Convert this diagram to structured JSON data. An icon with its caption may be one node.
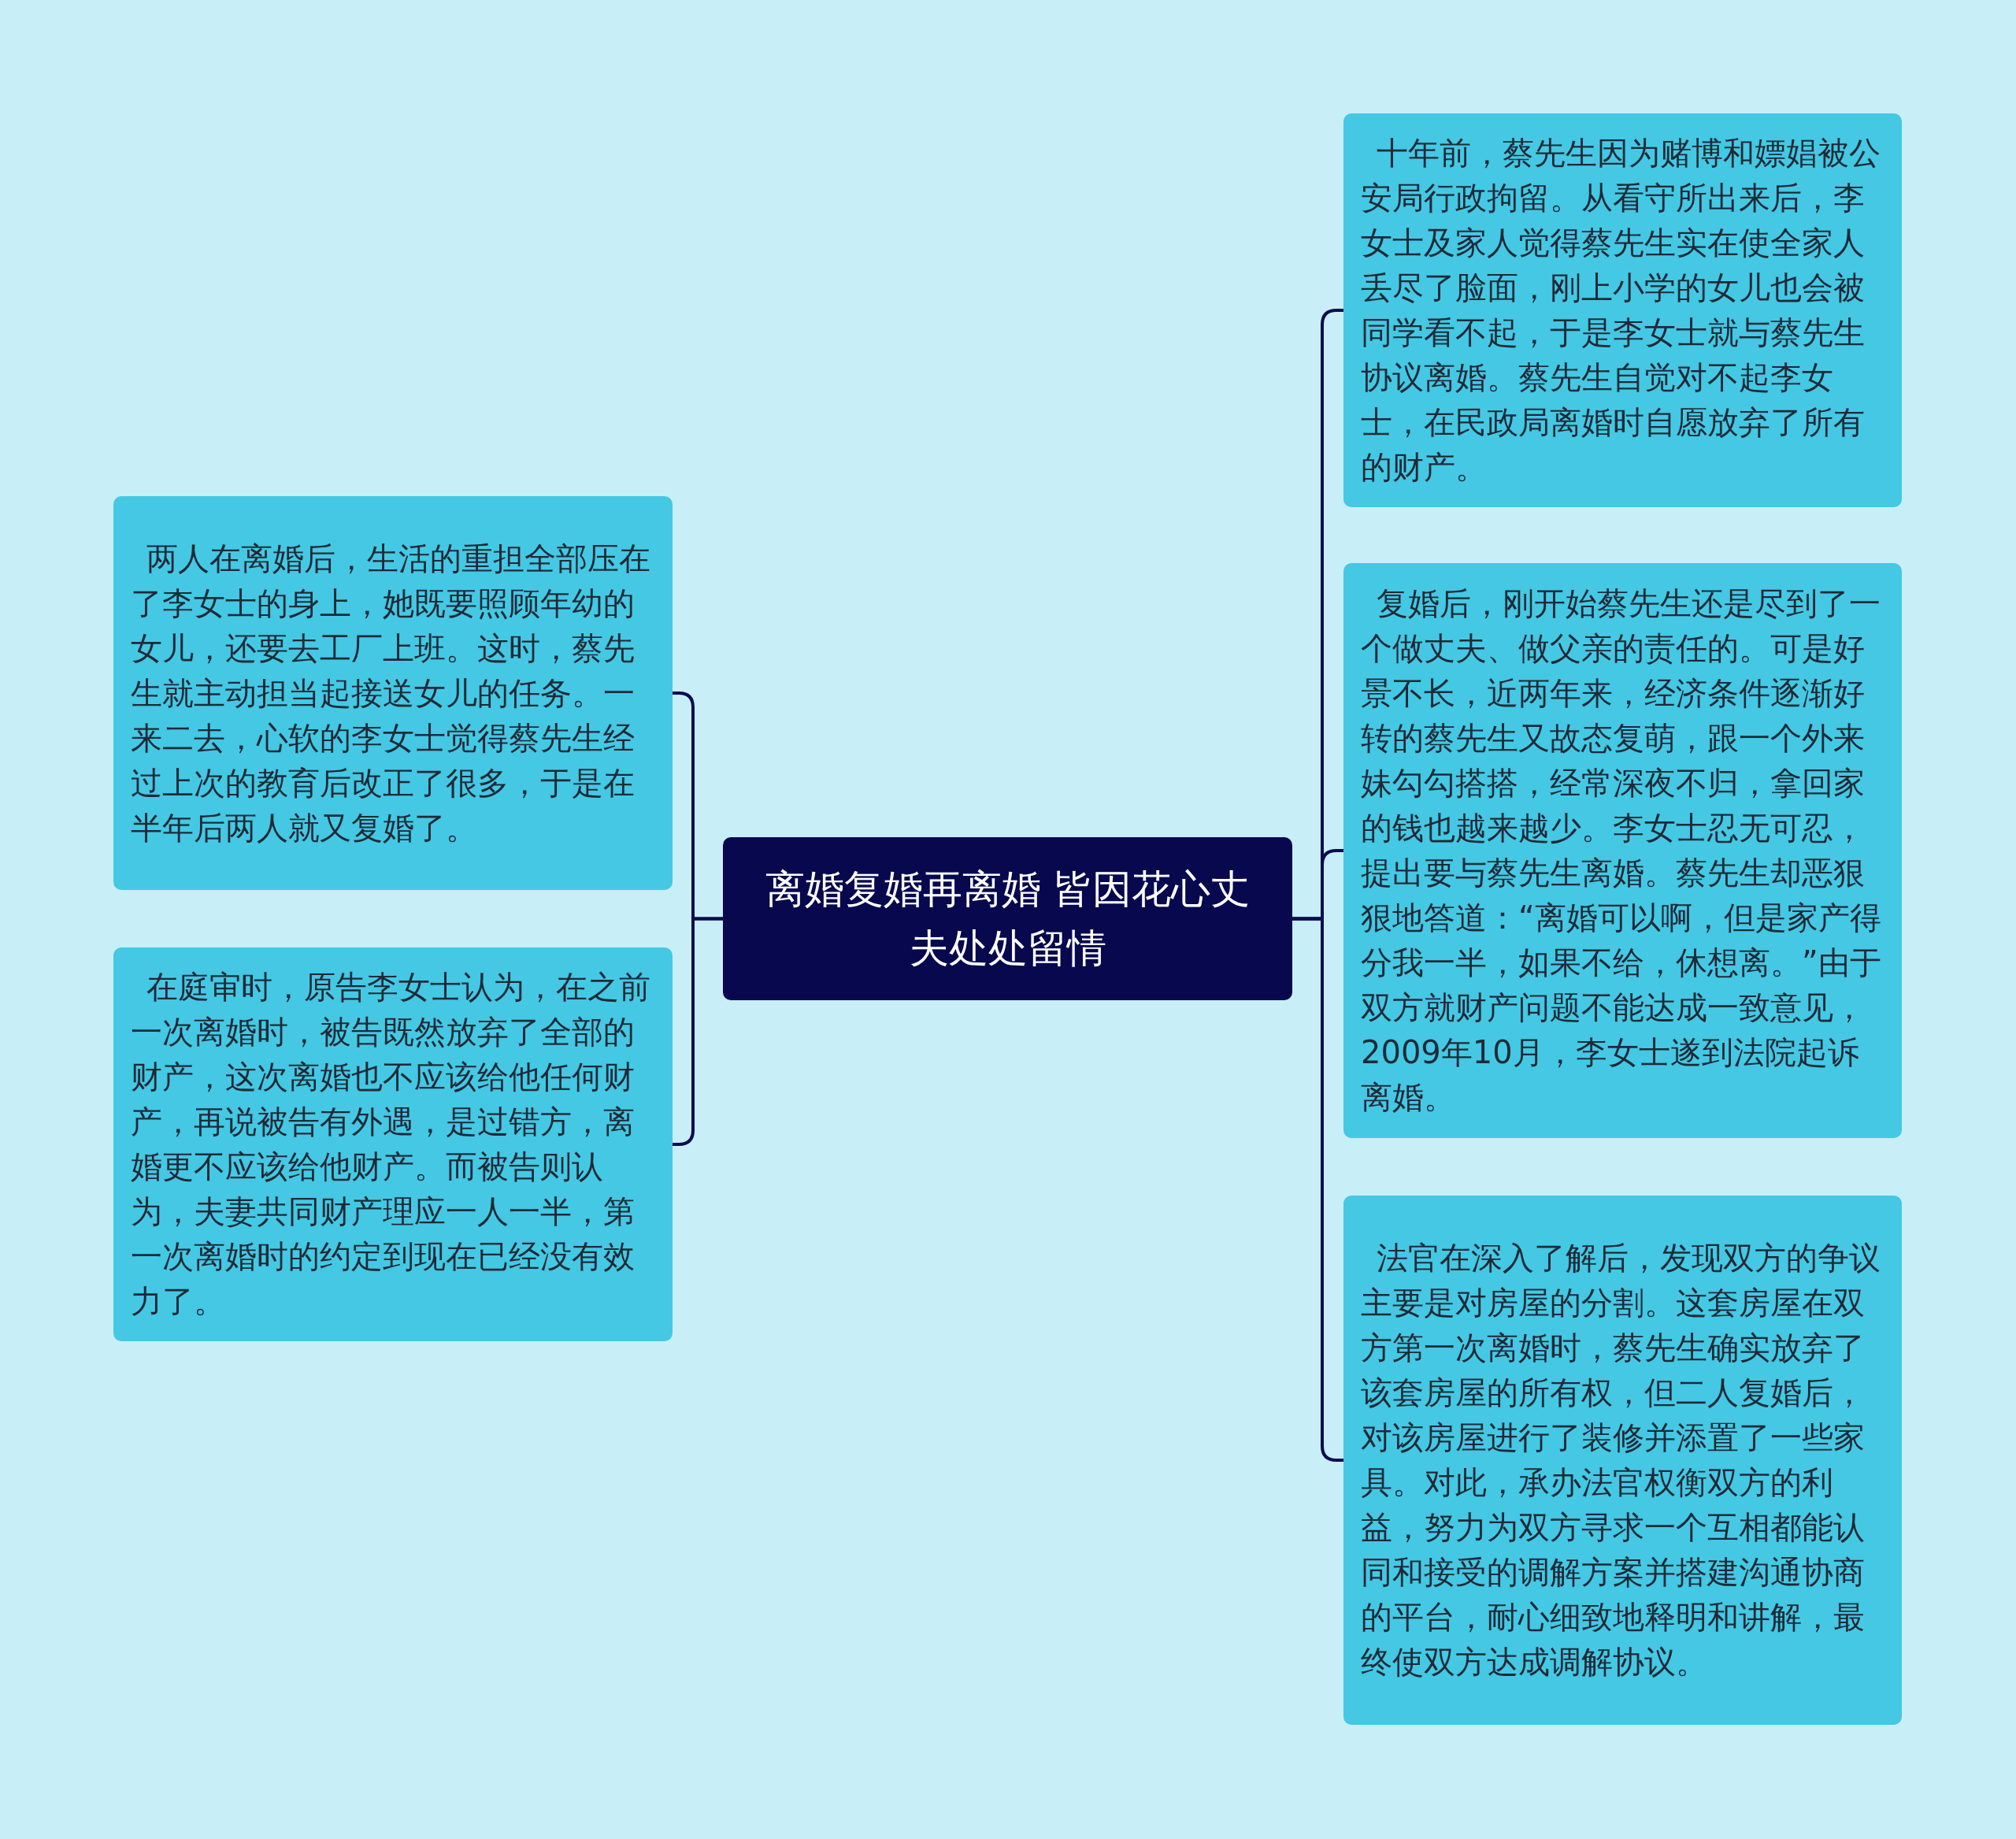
{
  "diagram": {
    "nodes": [
      {
        "text": [
          "离婚复婚再离婚 皆因花心丈夫处处留情"
        ]
      },
      {
        "text": [
          "两人在离婚后，生活的重担全部压在了李女士的身上，她既要照顾年幼的女儿，还要去工厂上班。这时，蔡先生就主动担当起接送女儿的任务。一来二去，心软的李女士觉得蔡先生经过上次的教育后改正了很多，于是在半年后两人就又复婚了。"
        ]
      },
      {
        "text": [
          "在庭审时，原告李女士认为，在之前一次离婚时，被告既然放弃了全部的财产，这次离婚也不应该给他任何财产，再说被告有外遇，是过错方，离婚更不应该给他财产。而被告则认为，夫妻共同财产理应一人一半，第一次离婚时的约定到现在已经没有效力了。"
        ]
      },
      {
        "text": [
          "十年前，蔡先生因为赌博和嫖娼被公安局行政拘留。从看守所出来后，李女士及家人觉得蔡先生实在使全家人丢尽了脸面，刚上小学的女儿也会被同学看不起，于是李女士就与蔡先生协议离婚。蔡先生自觉对不起李女士，在民政局离婚时自愿放弃了所有的财产。"
        ]
      },
      {
        "text": [
          "复婚后，刚开始蔡先生还是尽到了一个做丈夫、做父亲的责任的。可是好景不长，近两年来，经济条件逐渐好转的蔡先生又故态复萌，跟一个外来妹勾勾搭搭，经常深夜不归，拿回家的钱也越来越少。李女士忍无可忍，提出要与蔡先生离婚。蔡先生却恶狠狠地答道：“离婚可以啊，但是家产得分我一半，如果不给，休想离。”由于双方就财产问题不能达成一致意见，2009年10月，李女士遂到法院起诉离婚。"
        ]
      },
      {
        "text": [
          "法官在深入了解后，发现双方的争议主要是对房屋的分割。这套房屋在双方第一次离婚时，蔡先生确实放弃了该套房屋的所有权，但二人复婚后，对该房屋进行了装修并添置了一些家具。对此，承办法官权衡双方的利益，努力为双方寻求一个互相都能认同和接受的调解方案并搭建沟通协商的平台，耐心细致地释明和讲解，最终使双方达成调解协议。"
        ]
      }
    ],
    "edges": [
      {
        "from": 0,
        "to": 1,
        "arrow": "none"
      },
      {
        "from": 0,
        "to": 2,
        "arrow": "none"
      },
      {
        "from": 0,
        "to": 3,
        "arrow": "none"
      },
      {
        "from": 0,
        "to": 4,
        "arrow": "none"
      },
      {
        "from": 0,
        "to": 5,
        "arrow": "none"
      }
    ]
  }
}
